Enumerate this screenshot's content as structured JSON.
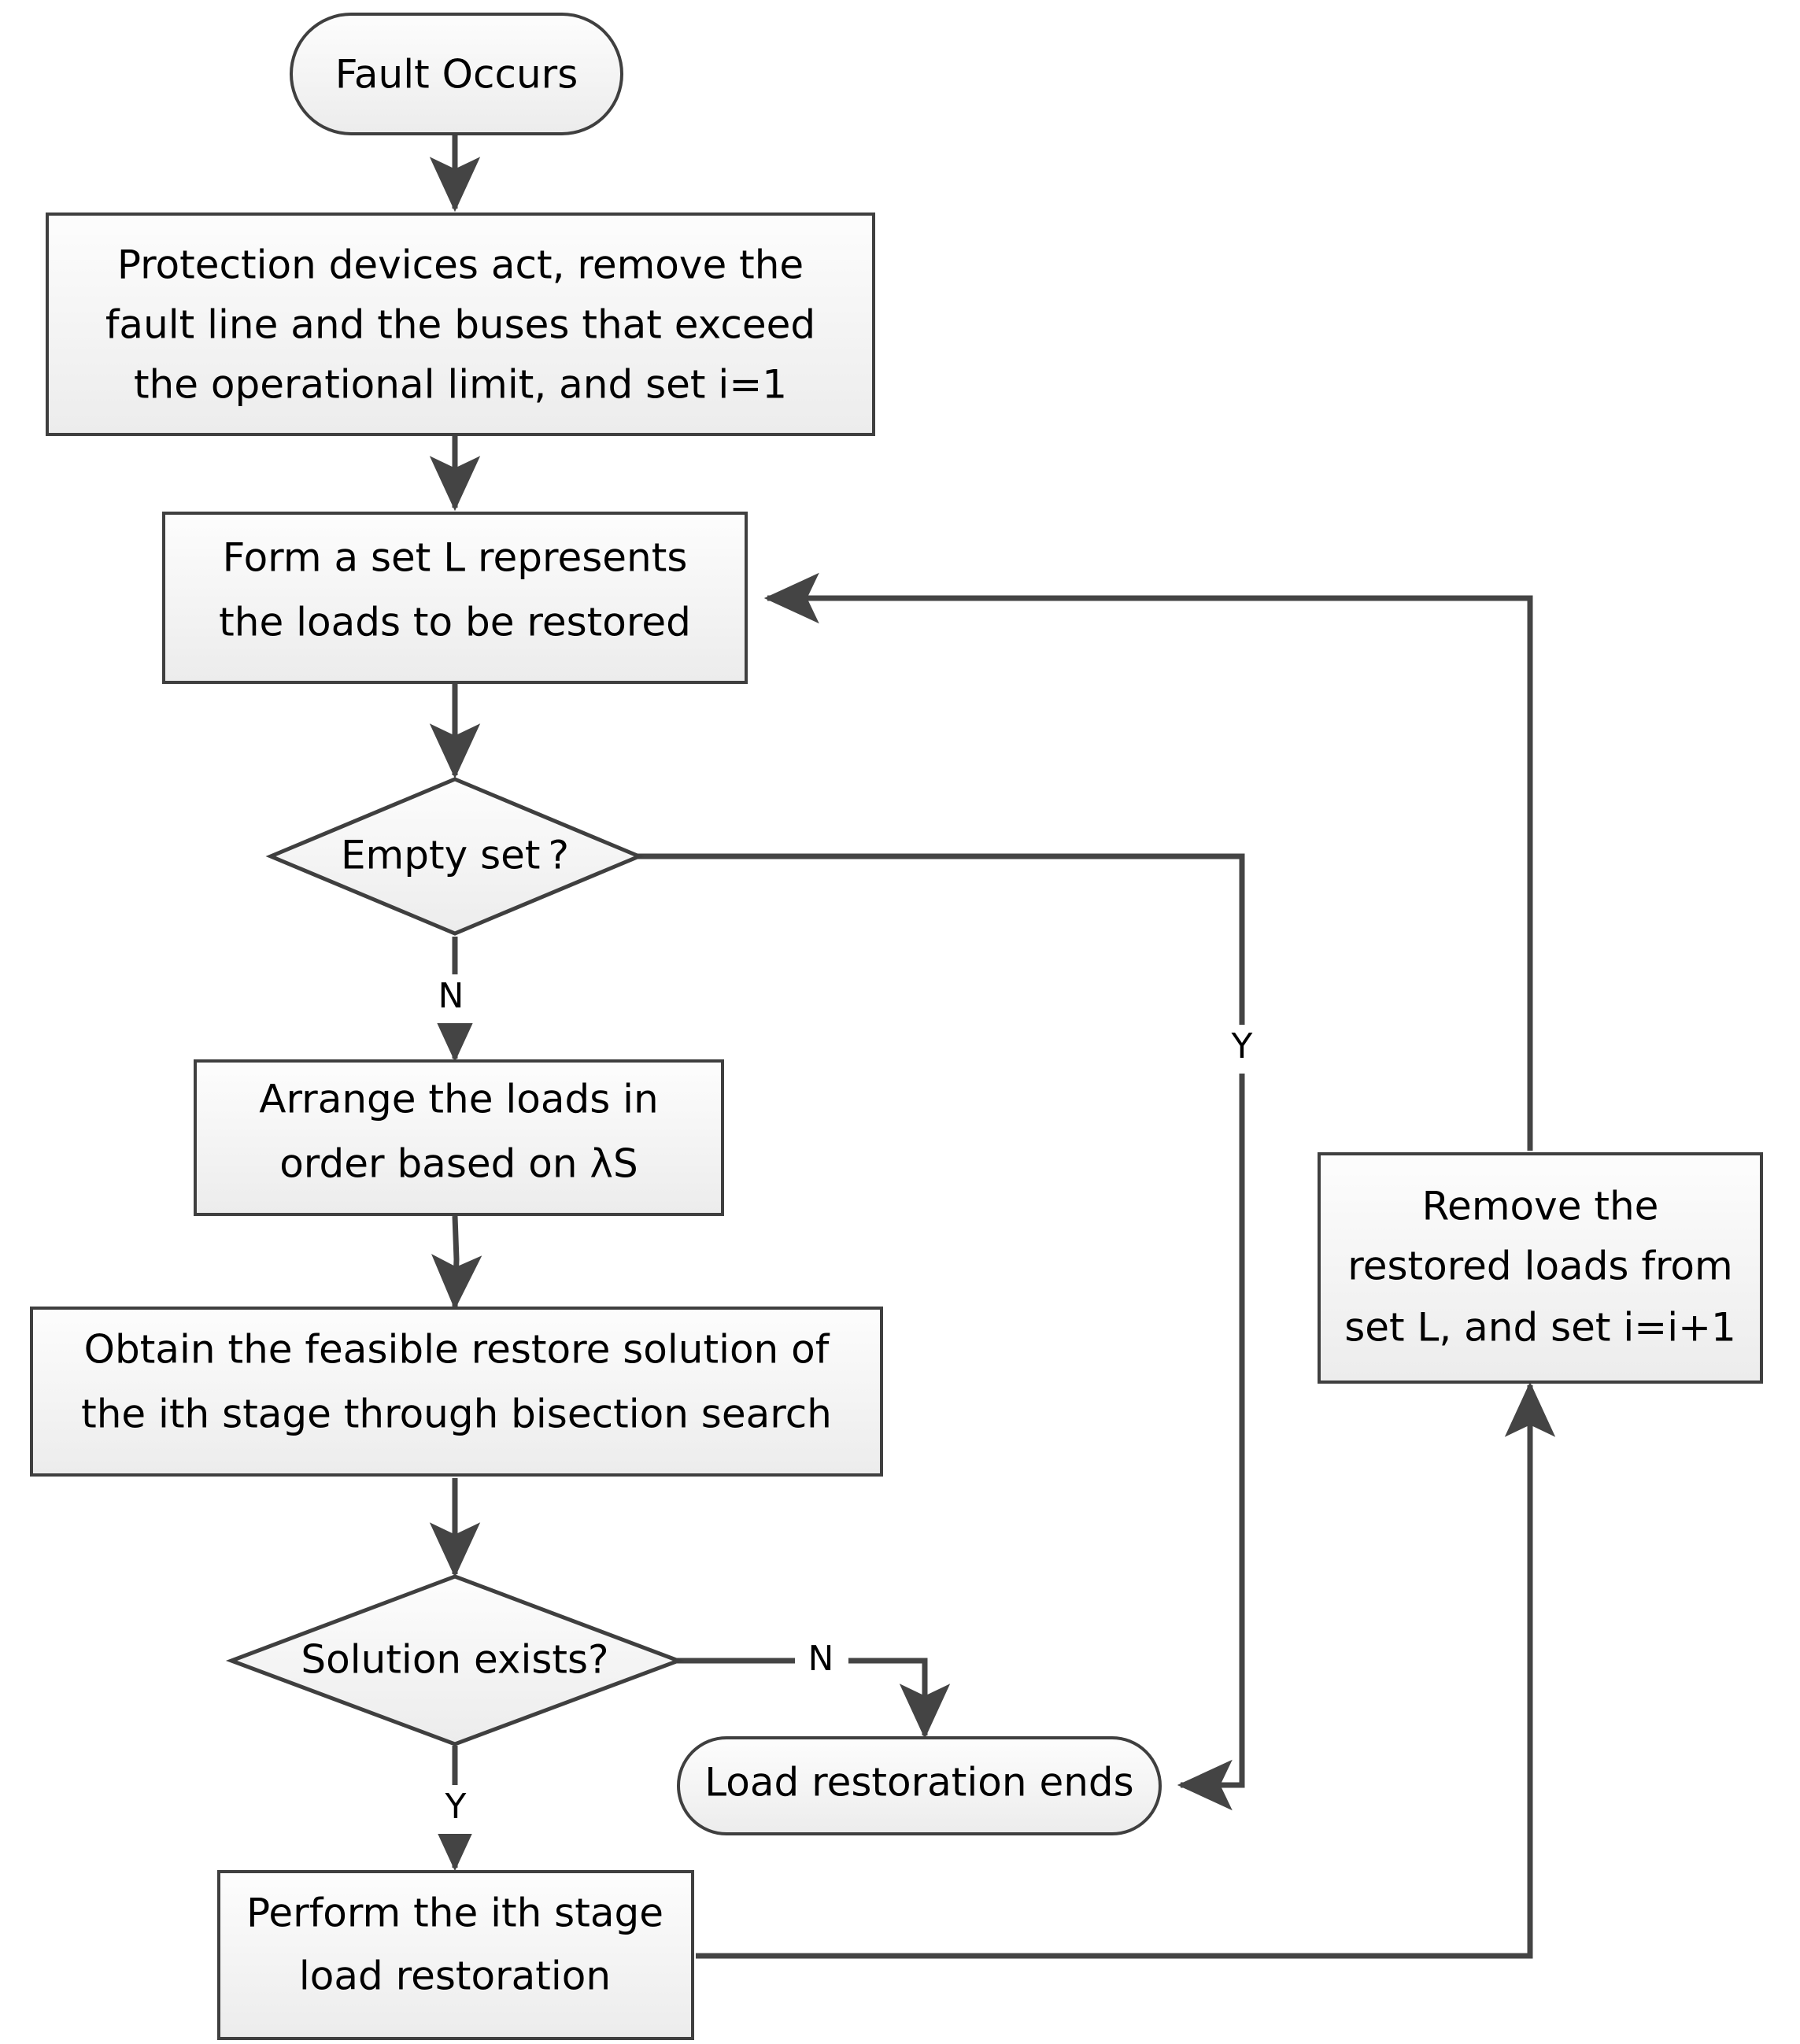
{
  "diagram": {
    "title": "Load restoration flowchart",
    "background_color": "#ffffff",
    "node_fill_color": "#f2f2f2",
    "node_border_color": "#3f3f3f",
    "connector_color": "#444444",
    "text_color": "#000000"
  },
  "nodes": {
    "start": {
      "type": "terminator",
      "label": "Fault Occurs"
    },
    "protection": {
      "type": "process",
      "line1": "Protection devices act, remove the",
      "line2": "fault line and the buses that exceed",
      "line3": "the operational limit, and set i=1"
    },
    "form_set": {
      "type": "process",
      "line1": "Form a set L represents",
      "line2": "the loads to be restored"
    },
    "empty_set": {
      "type": "decision",
      "label": "Empty set ?"
    },
    "arrange": {
      "type": "process",
      "line1": "Arrange the loads in",
      "line2": "order based on λS"
    },
    "obtain": {
      "type": "process",
      "line1": "Obtain the feasible restore solution of",
      "line2": "the ith stage through bisection search"
    },
    "solution_exists": {
      "type": "decision",
      "label": "Solution exists?"
    },
    "end": {
      "type": "terminator",
      "label": "Load restoration ends"
    },
    "perform": {
      "type": "process",
      "line1": "Perform the ith stage",
      "line2": "load restoration"
    },
    "remove": {
      "type": "process",
      "line1": "Remove the",
      "line2": "restored loads from",
      "line3": "set L, and set i=i+1"
    }
  },
  "edge_labels": {
    "empty_set_no": "N",
    "empty_set_yes": "Y",
    "solution_no": "N",
    "solution_yes": "Y"
  }
}
